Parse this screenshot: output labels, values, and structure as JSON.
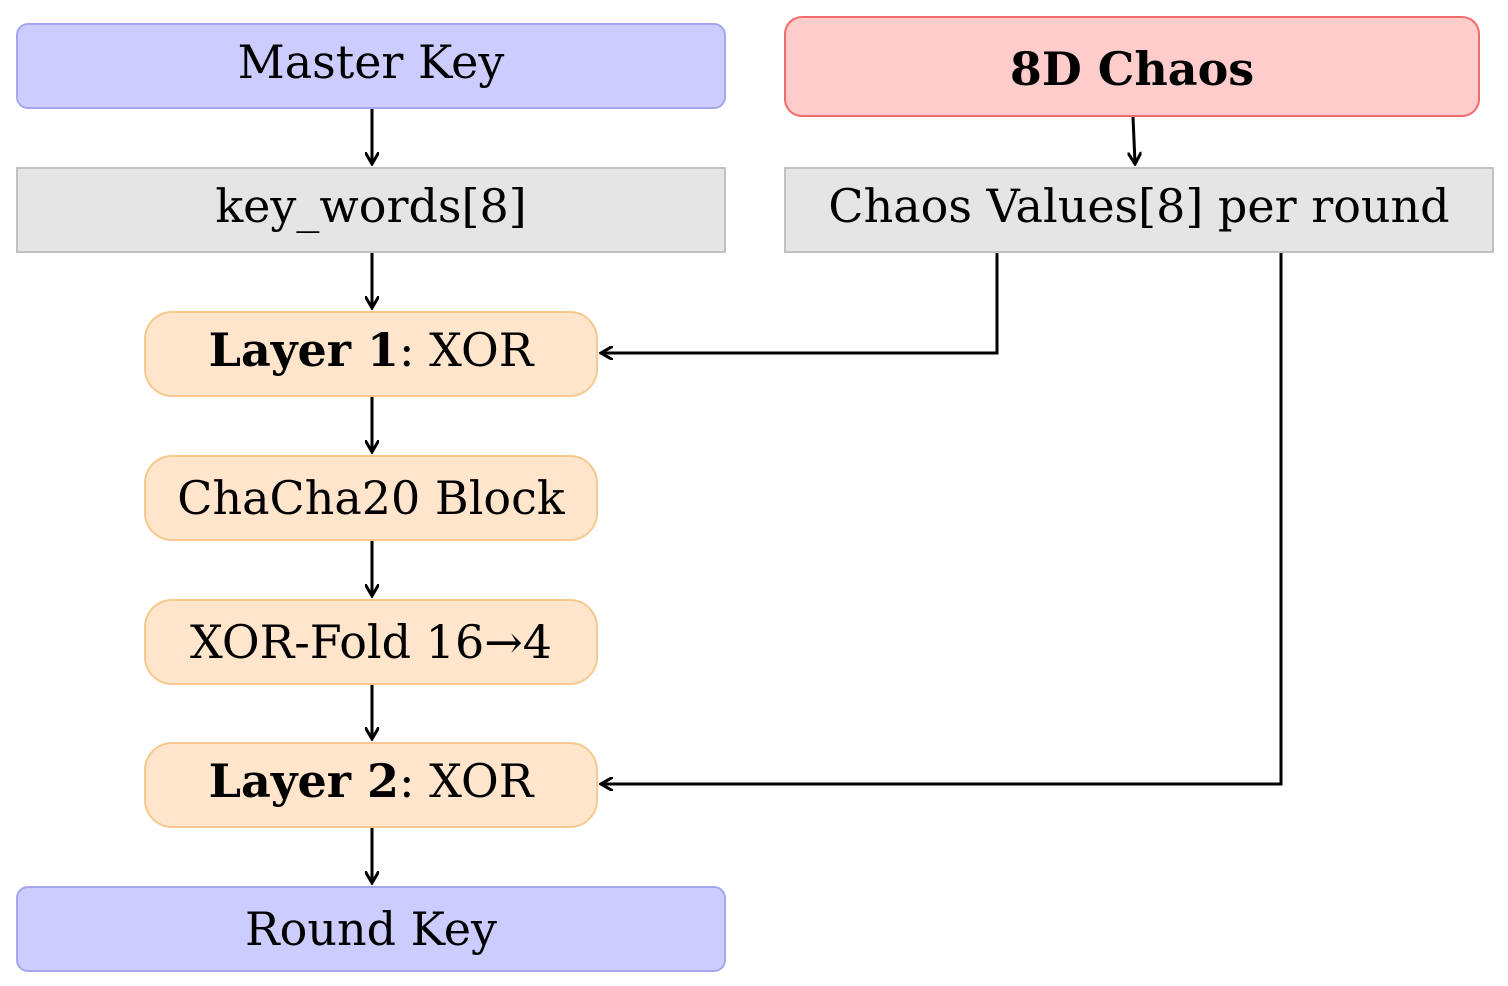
{
  "nodes": {
    "master_key": "Master Key",
    "chaos_8d": "8D Chaos",
    "key_words": "key_words[8]",
    "chaos_values": "Chaos Values[8] per round",
    "layer1_bold": "Layer 1",
    "layer1_rest": ": XOR",
    "chacha": "ChaCha20 Block",
    "xor_fold": "XOR-Fold 16→4",
    "layer2_bold": "Layer 2",
    "layer2_rest": ": XOR",
    "round_key": "Round Key"
  },
  "colors": {
    "key_fill": "#ccccff",
    "chaos_fill": "#ffcccc",
    "data_fill": "#e5e5e5",
    "process_fill": "#ffe5cc"
  }
}
